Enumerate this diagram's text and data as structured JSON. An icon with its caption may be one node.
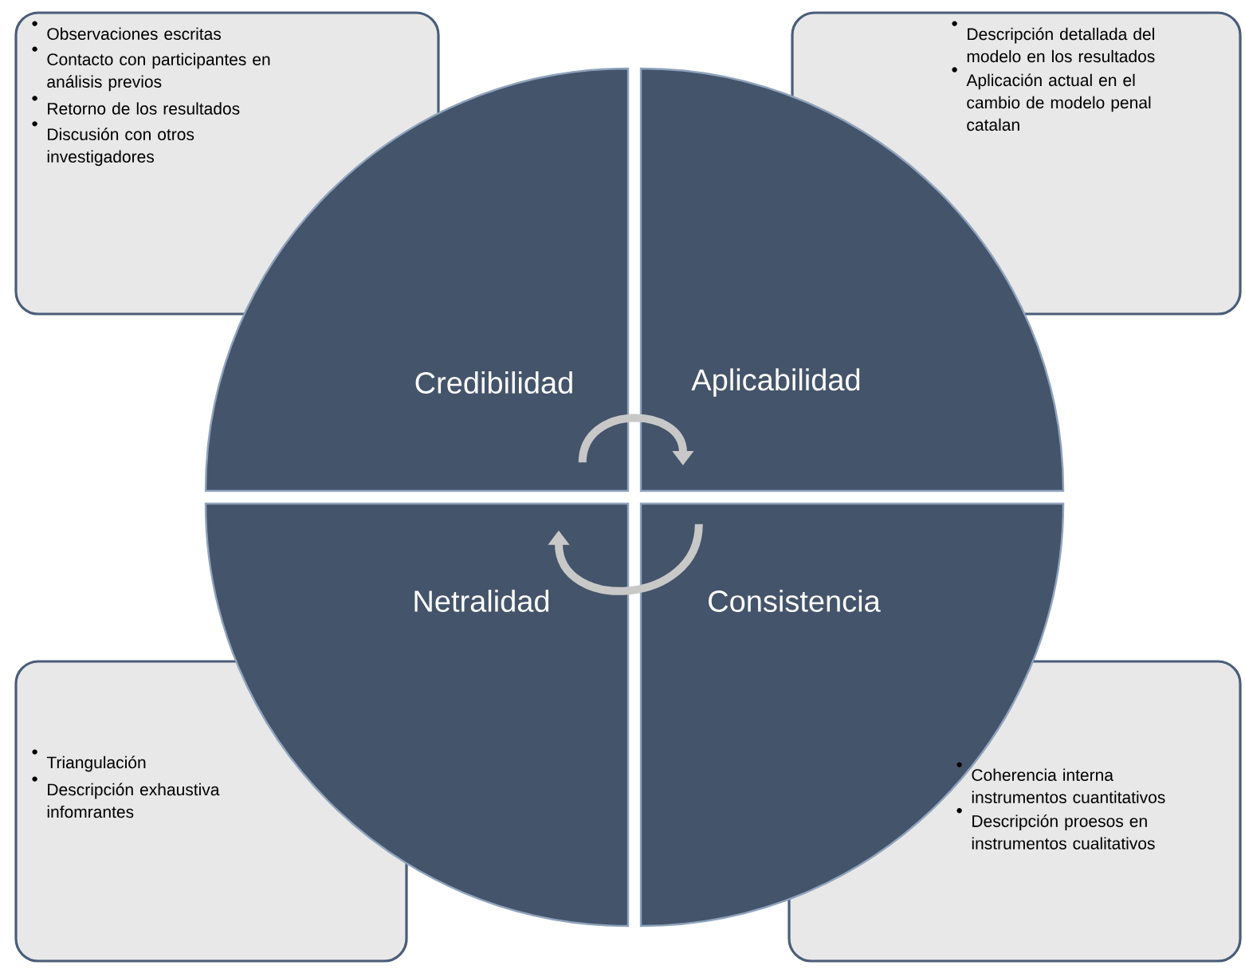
{
  "diagram": {
    "nodes": [
      {
        "text": [
          "Observaciones escritas",
          "Contacto con participantes en análisis previos",
          "Retorno de los resultados",
          "Discusión con otros investigadores"
        ]
      },
      {
        "text": [
          "Descripción detallada del modelo en los resultados",
          "Aplicación actual en el cambio de modelo penal catalan"
        ]
      },
      {
        "text": [
          "Triangulación",
          "Descripción exhaustiva infomrantes"
        ]
      },
      {
        "text": [
          "Coherencia interna instrumentos cuantitativos",
          "Descripción proesos en instrumentos cualitativos"
        ]
      },
      {
        "text": [
          "Credibilidad"
        ]
      },
      {
        "text": [
          "Aplicabilidad"
        ]
      },
      {
        "text": [
          "Netralidad"
        ]
      },
      {
        "text": [
          "Consistencia"
        ]
      }
    ],
    "edges": [
      {
        "from": 4,
        "to": 5,
        "arrow": "to"
      },
      {
        "from": 7,
        "to": 6,
        "arrow": "to"
      }
    ]
  }
}
